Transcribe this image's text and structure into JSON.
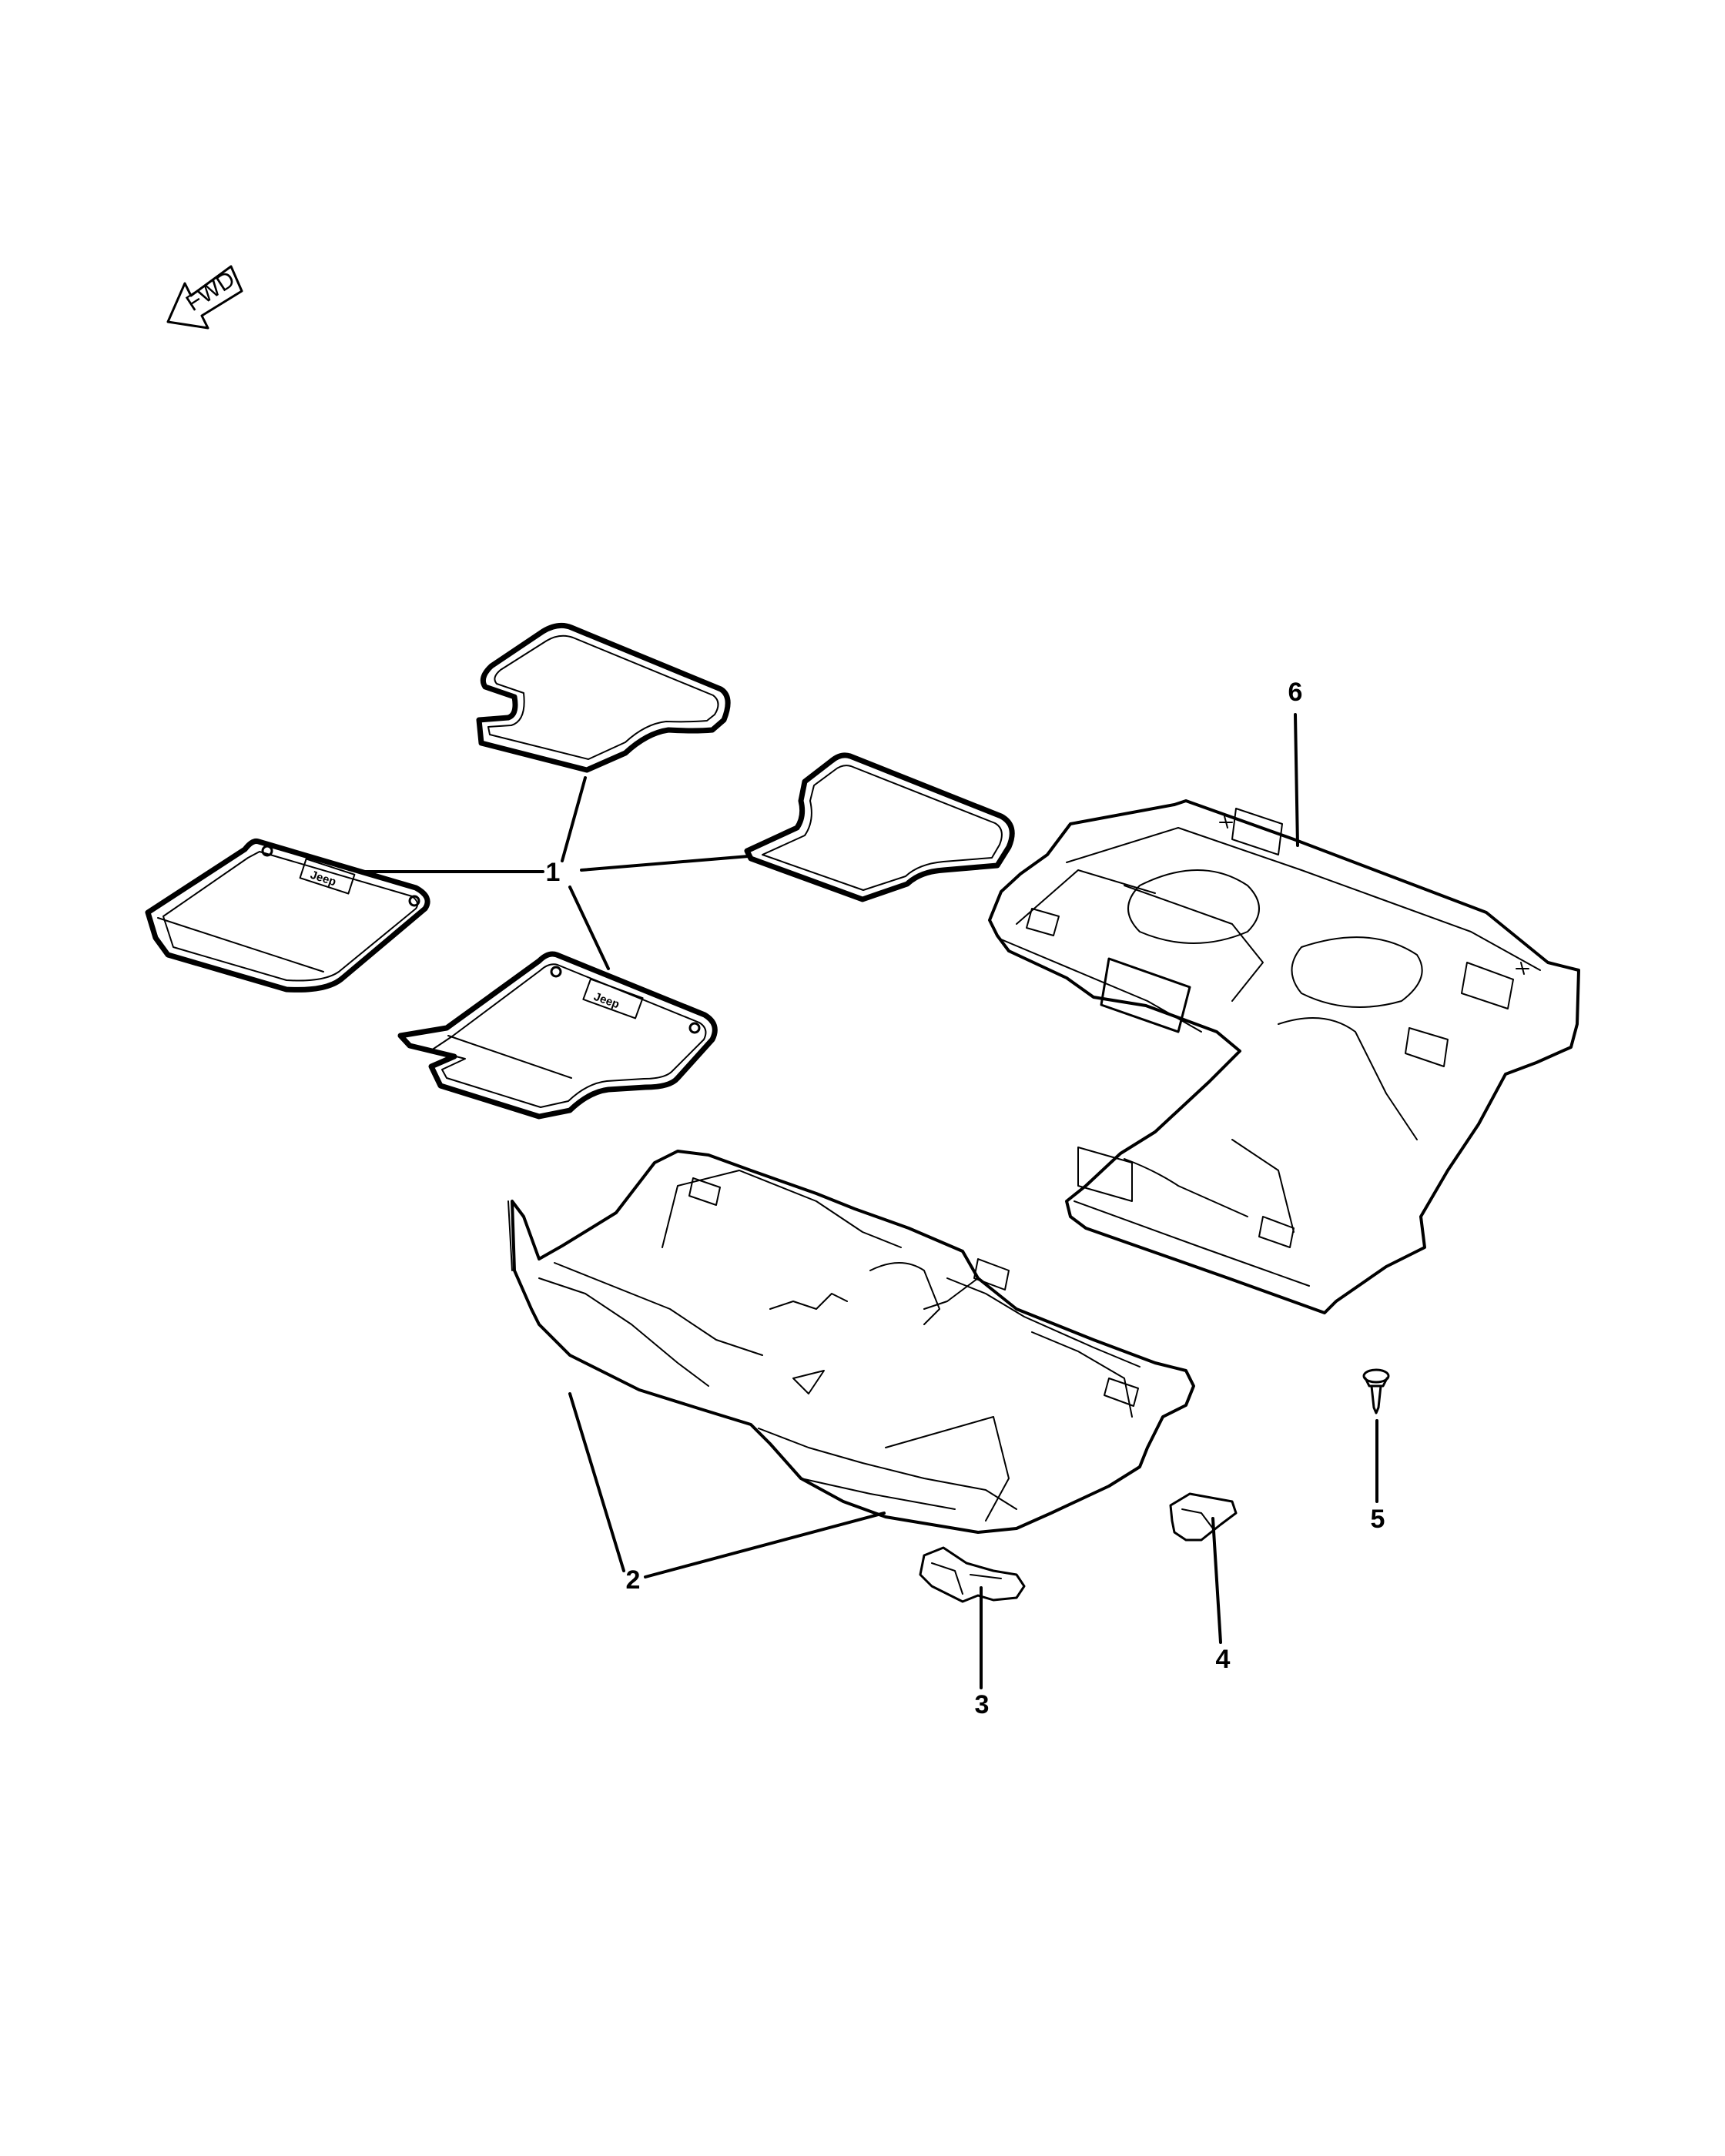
{
  "diagram": {
    "fwd_label": "FWD",
    "mat_logo": "Jeep",
    "callouts": [
      {
        "id": "1",
        "label": "1"
      },
      {
        "id": "2",
        "label": "2"
      },
      {
        "id": "3",
        "label": "3"
      },
      {
        "id": "4",
        "label": "4"
      },
      {
        "id": "5",
        "label": "5"
      },
      {
        "id": "6",
        "label": "6"
      }
    ]
  }
}
